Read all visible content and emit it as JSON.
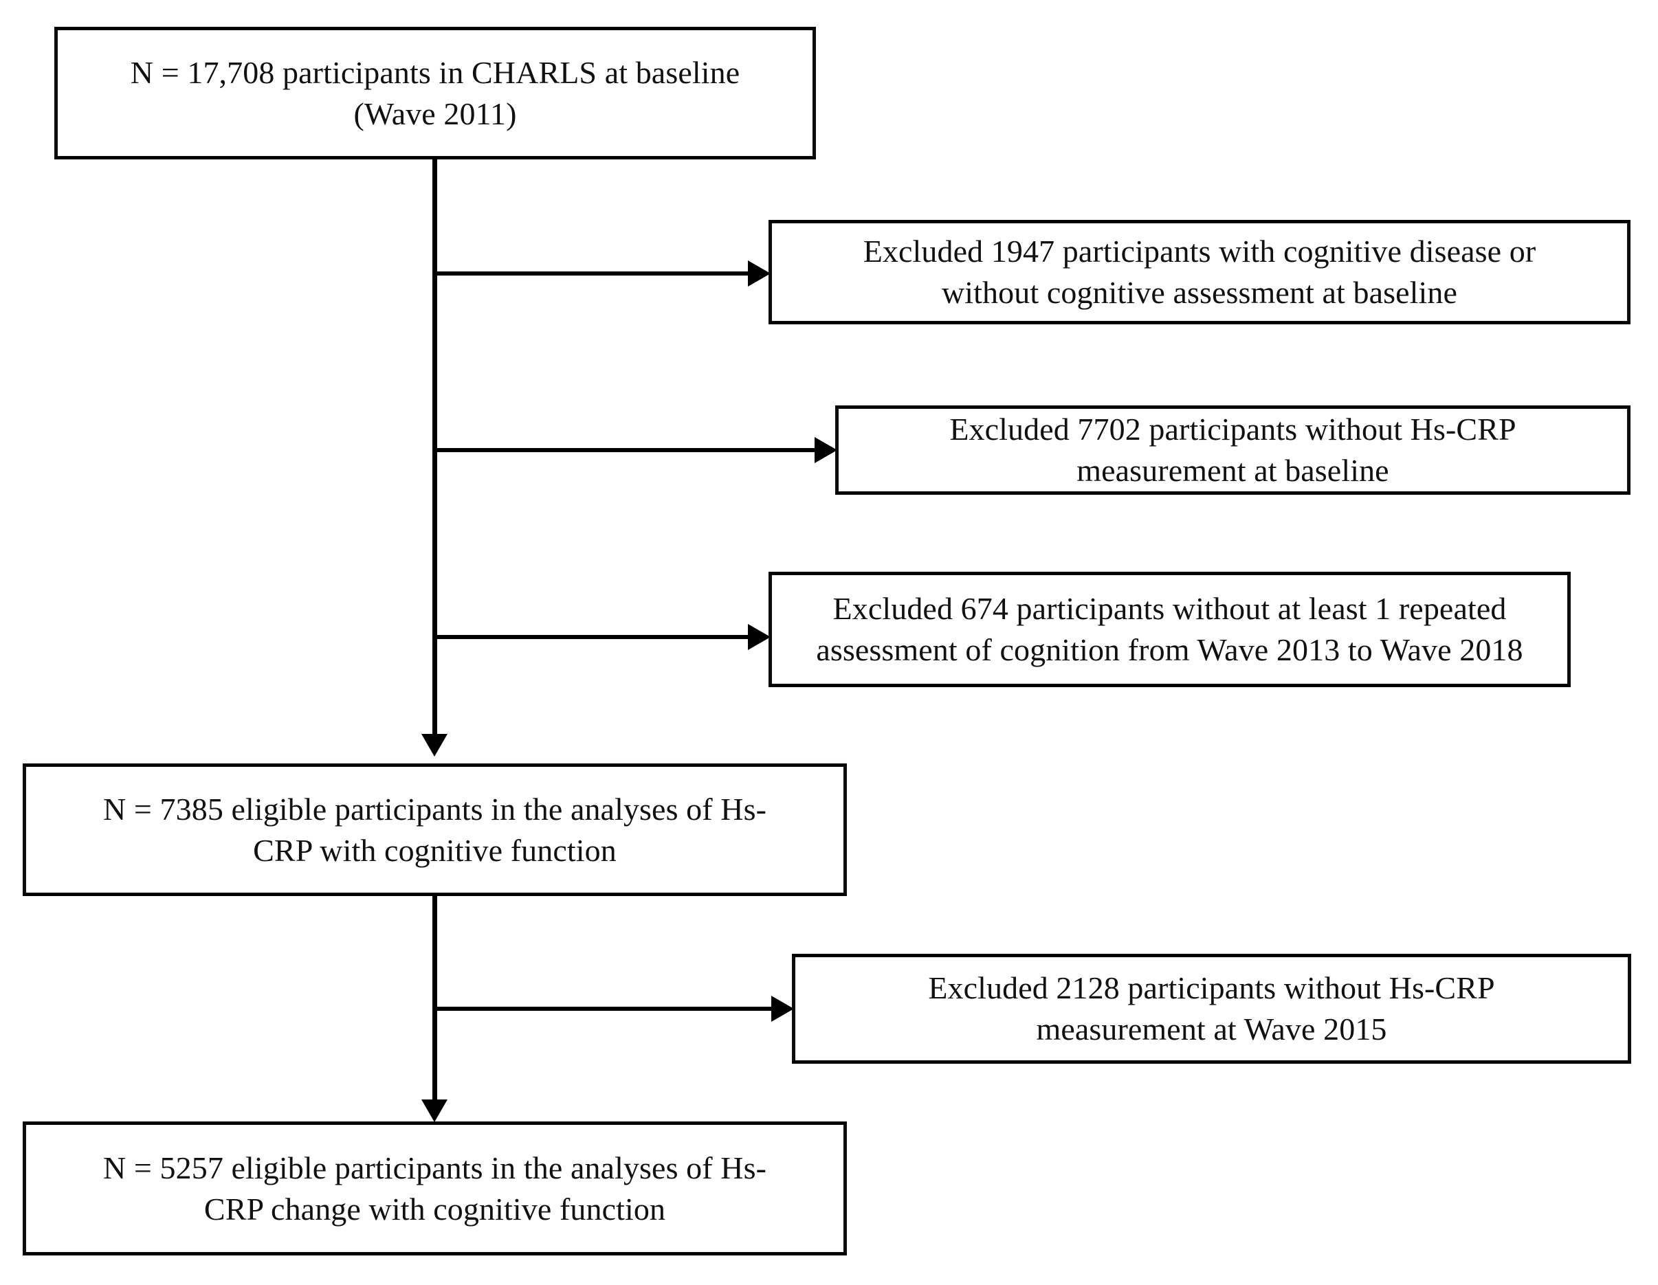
{
  "figure": {
    "type": "flowchart",
    "orientation": "top-to-bottom",
    "background_color": "#ffffff",
    "line_color": "#000000",
    "text_color": "#111111"
  },
  "nodes": {
    "baseline_cohort": {
      "label": "N = 17,708 participants in CHARLS at baseline\n(Wave 2011)",
      "role": "cohort"
    },
    "exclusion_1": {
      "label": "Excluded 1947 participants with cognitive disease or\nwithout cognitive assessment at baseline",
      "role": "exclusion",
      "count": 1947
    },
    "exclusion_2": {
      "label": "Excluded 7702 participants without Hs-CRP\nmeasurement at baseline",
      "role": "exclusion",
      "count": 7702
    },
    "exclusion_3": {
      "label": "Excluded 674 participants without at least 1 repeated\nassessment of cognition from Wave 2013 to Wave 2018",
      "role": "exclusion",
      "count": 674
    },
    "eligible_cohort_1": {
      "label": "N = 7385 eligible participants in the analyses of  Hs-\nCRP with cognitive function",
      "role": "cohort",
      "count": 7385
    },
    "exclusion_4": {
      "label": "Excluded 2128 participants without Hs-CRP\nmeasurement at Wave 2015",
      "role": "exclusion",
      "count": 2128
    },
    "eligible_cohort_2": {
      "label": "N = 5257 eligible participants in the analyses of Hs-\nCRP change with cognitive function",
      "role": "cohort",
      "count": 5257
    }
  },
  "chart_data": {
    "type": "flow",
    "title": "CHARLS participant selection flow",
    "steps": [
      {
        "stage": "Baseline (Wave 2011)",
        "n": 17708
      },
      {
        "stage": "Eligible for Hs-CRP with cognitive function",
        "n": 7385
      },
      {
        "stage": "Eligible for Hs-CRP change with cognitive function",
        "n": 5257
      }
    ],
    "exclusions": [
      {
        "n": 1947,
        "reason": "cognitive disease or without cognitive assessment at baseline"
      },
      {
        "n": 7702,
        "reason": "without Hs-CRP measurement at baseline"
      },
      {
        "n": 674,
        "reason": "without at least 1 repeated assessment of cognition from Wave 2013 to Wave 2018"
      },
      {
        "n": 2128,
        "reason": "without Hs-CRP measurement at Wave 2015"
      }
    ]
  }
}
